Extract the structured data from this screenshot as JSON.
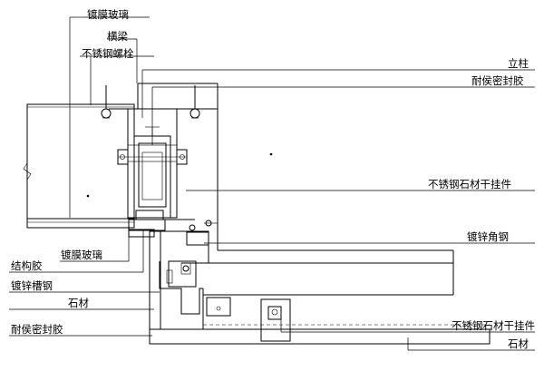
{
  "labels": {
    "coated_glass_top": "镀膜玻璃",
    "transom": "横梁",
    "stainless_bolt": "不锈钢螺栓",
    "mullion": "立柱",
    "weather_sealant_top": "耐侯密封胶",
    "stainless_stone_hanger_top": "不锈钢石材干挂件",
    "galvanized_angle_steel": "镀锌角钢",
    "coated_glass_bottom": "镀膜玻璃",
    "structural_adhesive": "结构胶",
    "galvanized_channel_steel": "镀锌槽钢",
    "stone_left": "石材",
    "weather_sealant_bottom": "耐侯密封胶",
    "stainless_stone_hanger_bottom": "不锈钢石材干挂件",
    "stone_right": "石材"
  }
}
